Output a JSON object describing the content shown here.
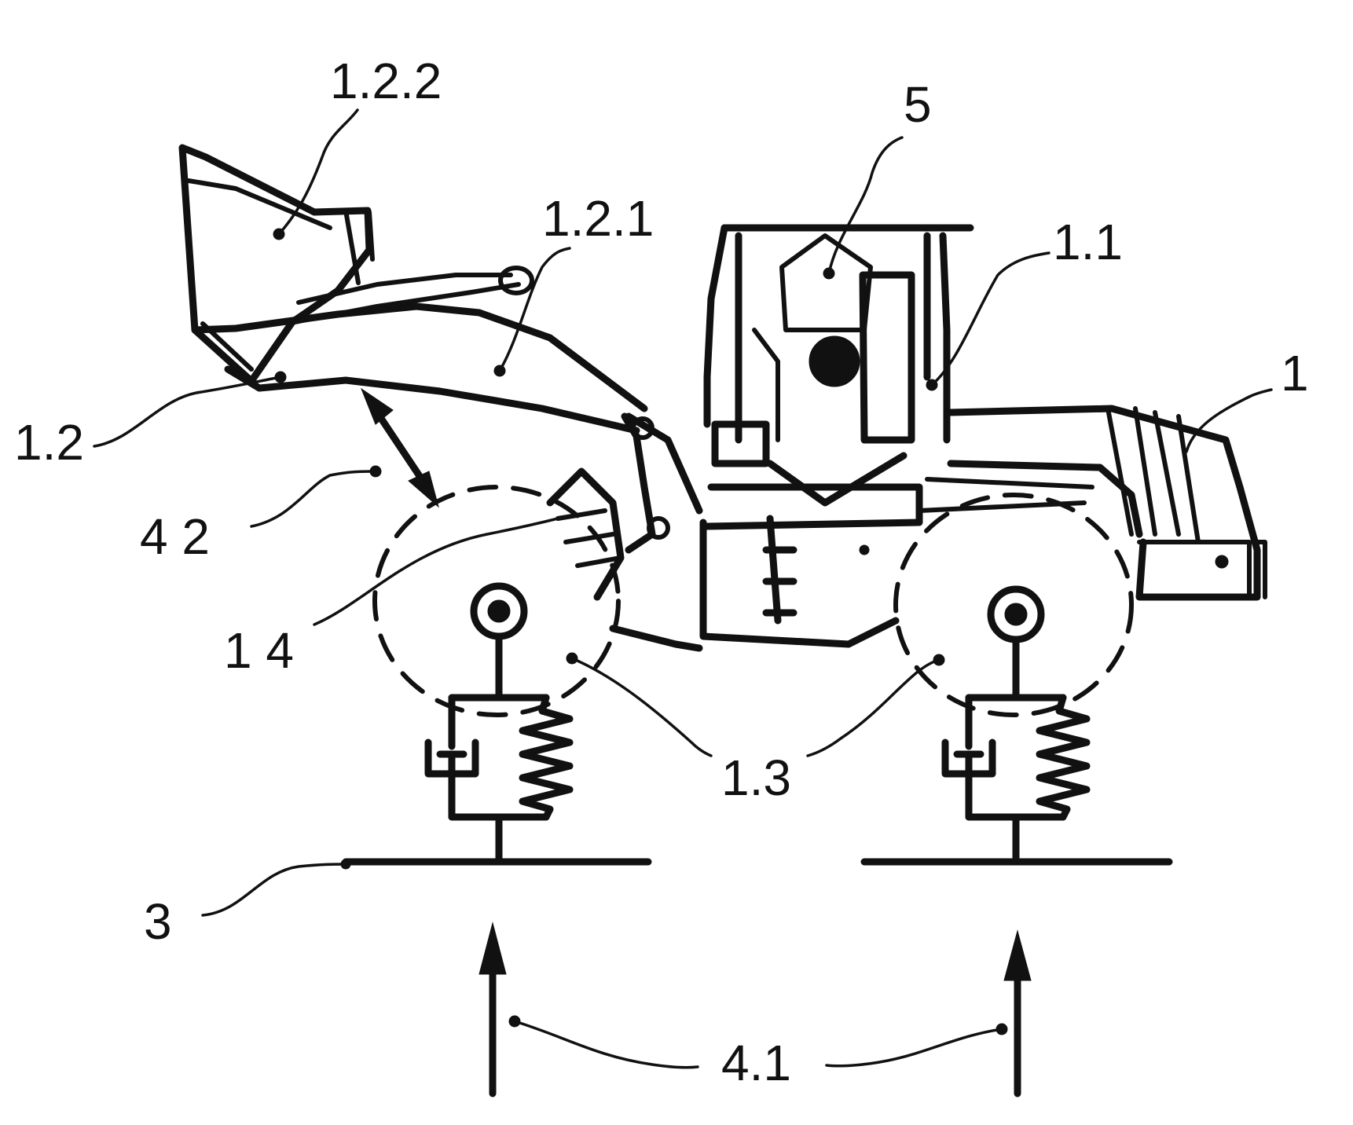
{
  "labels": {
    "l_1_2_2": "1.2.2",
    "l_5": "5",
    "l_1_2_1": "1.2.1",
    "l_1_1": "1.1",
    "l_1": "1",
    "l_1_2": "1.2",
    "l_4_2": "4 2",
    "l_1_4": "1 4",
    "l_1_3": "1.3",
    "l_3": "3",
    "l_4_1": "4.1"
  },
  "colors": {
    "ink": "#111111",
    "background": "#ffffff"
  }
}
